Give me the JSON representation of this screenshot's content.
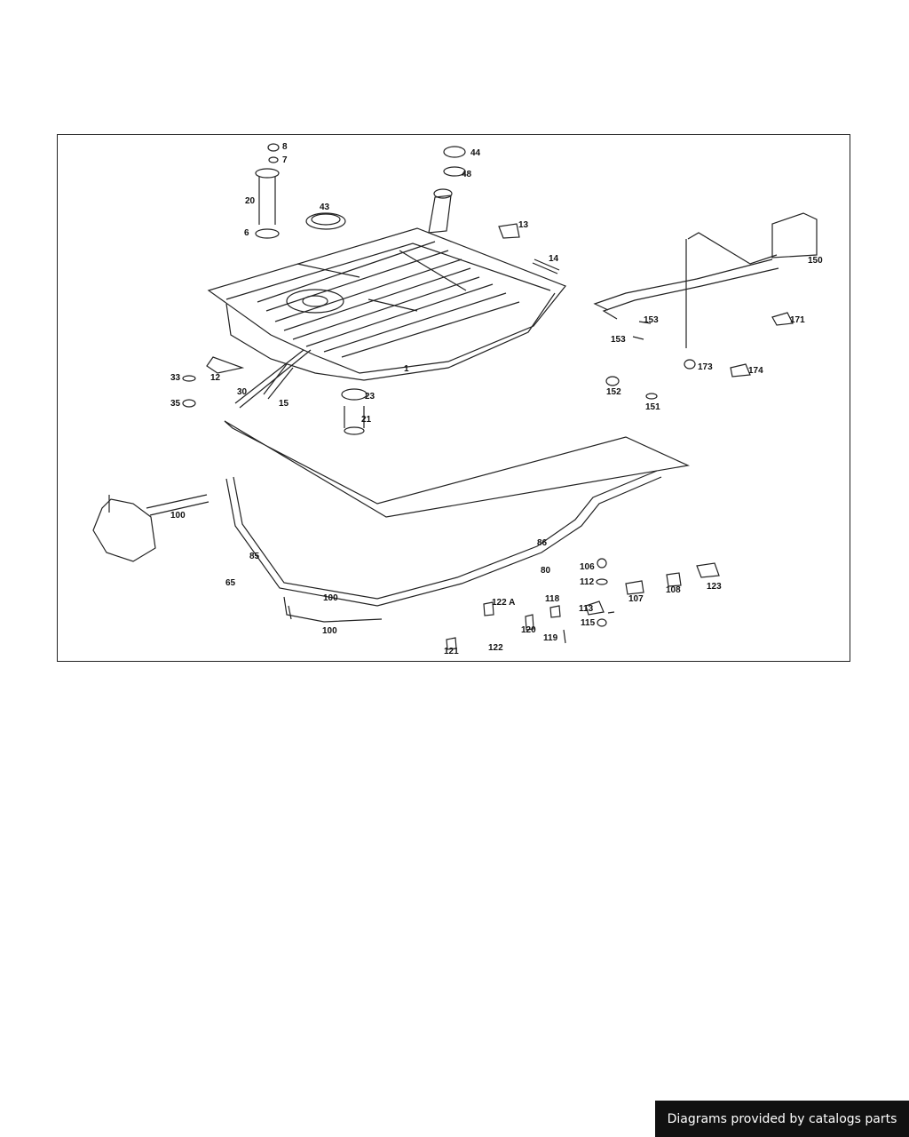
{
  "diagram": {
    "part_labels": [
      "1",
      "6",
      "7",
      "8",
      "12",
      "13",
      "14",
      "15",
      "20",
      "21",
      "23",
      "30",
      "33",
      "35",
      "43",
      "44",
      "48",
      "65",
      "80",
      "85",
      "86",
      "100",
      "106",
      "107",
      "108",
      "112",
      "113",
      "115",
      "118",
      "119",
      "120",
      "121",
      "122",
      "122 A",
      "123",
      "150",
      "151",
      "152",
      "153",
      "171",
      "173",
      "174"
    ]
  },
  "footer": {
    "credit": "Diagrams provided by catalogs parts"
  },
  "colors": {
    "line": "#222222",
    "banner_bg": "#111111",
    "banner_text": "#ffffff"
  }
}
